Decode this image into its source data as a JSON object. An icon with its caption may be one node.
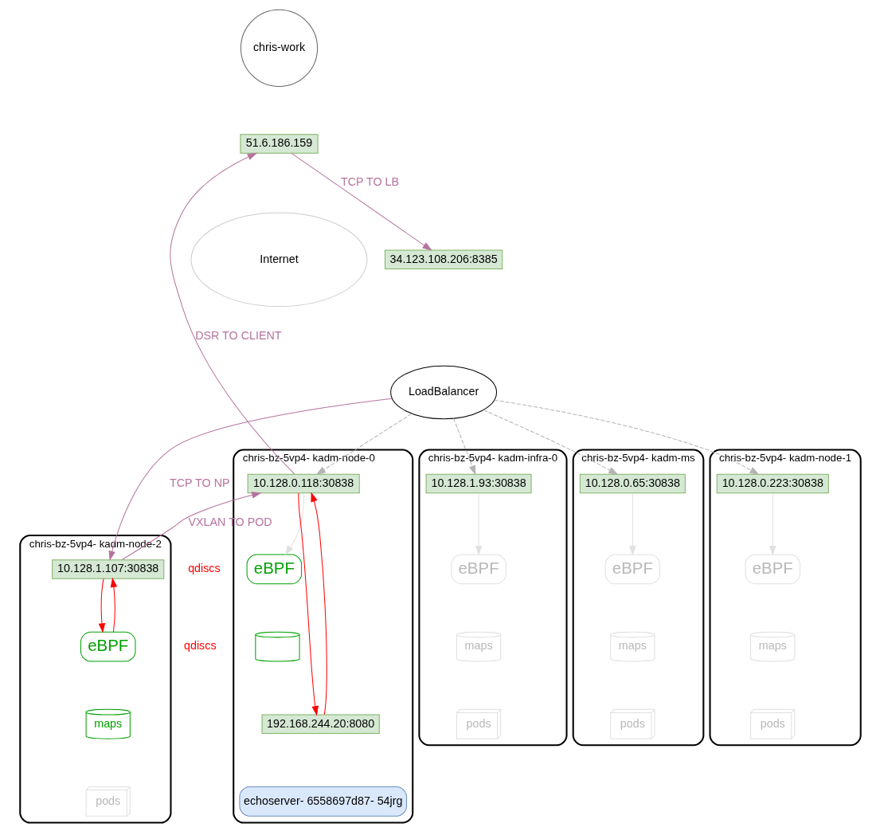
{
  "diagram": {
    "nodes": [
      {
        "text": [
          "chris-work"
        ]
      },
      {
        "text": [
          "51.6.186.159"
        ]
      },
      {
        "text": [
          "Internet"
        ]
      },
      {
        "text": [
          "34.123.108.206:8385"
        ]
      },
      {
        "text": [
          "LoadBalancer"
        ]
      },
      {
        "text": [
          "chris-bz-5vp4- kadm-infra-0"
        ]
      },
      {
        "text": [
          "10.128.1.93:30838"
        ],
        "in": 5
      },
      {
        "text": [
          "eBPF"
        ],
        "in": 5
      },
      {
        "text": [
          "maps"
        ],
        "in": 5
      },
      {
        "text": [
          "pods"
        ],
        "in": 5
      },
      {
        "text": [
          "chris-bz-5vp4- kadm-node-0"
        ]
      },
      {
        "text": [
          "10.128.0.118:30838"
        ],
        "in": 10
      },
      {
        "text": [
          "eBPF"
        ],
        "in": 10
      },
      {
        "text": [],
        "shape": "cylinder",
        "in": 10
      },
      {
        "text": [
          "192.168.244.20:8080"
        ],
        "in": 10
      },
      {
        "text": [
          "echoserver- 6558697d87- 54jrg"
        ],
        "in": 10
      },
      {
        "text": [
          "chris-bz-5vp4- kadm-ms"
        ]
      },
      {
        "text": [
          "10.128.0.65:30838"
        ],
        "in": 16
      },
      {
        "text": [
          "eBPF"
        ],
        "in": 16
      },
      {
        "text": [
          "maps"
        ],
        "in": 16
      },
      {
        "text": [
          "pods"
        ],
        "in": 16
      },
      {
        "text": [
          "chris-bz-5vp4- kadm-node-1"
        ]
      },
      {
        "text": [
          "10.128.0.223:30838"
        ],
        "in": 21
      },
      {
        "text": [
          "eBPF"
        ],
        "in": 21
      },
      {
        "text": [
          "maps"
        ],
        "in": 21
      },
      {
        "text": [
          "pods"
        ],
        "in": 21
      },
      {
        "text": [
          "chris-bz-5vp4- kadm-node-2"
        ]
      },
      {
        "text": [
          "10.128.1.107:30838"
        ],
        "in": 26
      },
      {
        "text": [
          "eBPF"
        ],
        "in": 26
      },
      {
        "text": [
          "maps"
        ],
        "in": 26
      },
      {
        "text": [
          "pods"
        ],
        "in": 26
      }
    ],
    "edges": [
      {
        "from": 1,
        "to": 3,
        "arrow": "to",
        "label": "TCP TO LB",
        "color": "#b5739d"
      },
      {
        "from": 4,
        "to": 6,
        "arrow": "to",
        "style": "dashed",
        "color": "#b3b3b3"
      },
      {
        "from": 4,
        "to": 11,
        "arrow": "to",
        "style": "dashed",
        "color": "#b3b3b3"
      },
      {
        "from": 4,
        "to": 17,
        "arrow": "to",
        "style": "dashed",
        "color": "#b3b3b3"
      },
      {
        "from": 4,
        "to": 22,
        "arrow": "to",
        "style": "dashed",
        "color": "#b3b3b3"
      },
      {
        "from": 4,
        "to": 27,
        "arrow": "to",
        "label": "TCP TO NP",
        "color": "#b5739d"
      },
      {
        "from": 27,
        "to": 11,
        "arrow": "to",
        "label": "VXLAN TO POD",
        "color": "#b5739d"
      },
      {
        "from": 11,
        "to": 1,
        "arrow": "to",
        "label": "DSR TO CLIENT",
        "color": "#b5739d"
      },
      {
        "from": 6,
        "to": 7,
        "arrow": "to",
        "color": "#e0e0e0"
      },
      {
        "from": 11,
        "to": 12,
        "arrow": "to",
        "color": "#e0e0e0"
      },
      {
        "from": 11,
        "to": 14,
        "arrow": "to",
        "color": "#ff0000"
      },
      {
        "from": 14,
        "to": 11,
        "arrow": "to",
        "color": "#ff0000"
      },
      {
        "from": 17,
        "to": 18,
        "arrow": "to",
        "color": "#e0e0e0"
      },
      {
        "from": 22,
        "to": 23,
        "arrow": "to",
        "color": "#e0e0e0"
      },
      {
        "from": 28,
        "to": 27,
        "arrow": "to",
        "color": "#ff0000"
      },
      {
        "from": 27,
        "to": 28,
        "arrow": "to",
        "color": "#ff0000"
      }
    ],
    "labels": [
      "qdiscs",
      "qdiscs"
    ]
  }
}
